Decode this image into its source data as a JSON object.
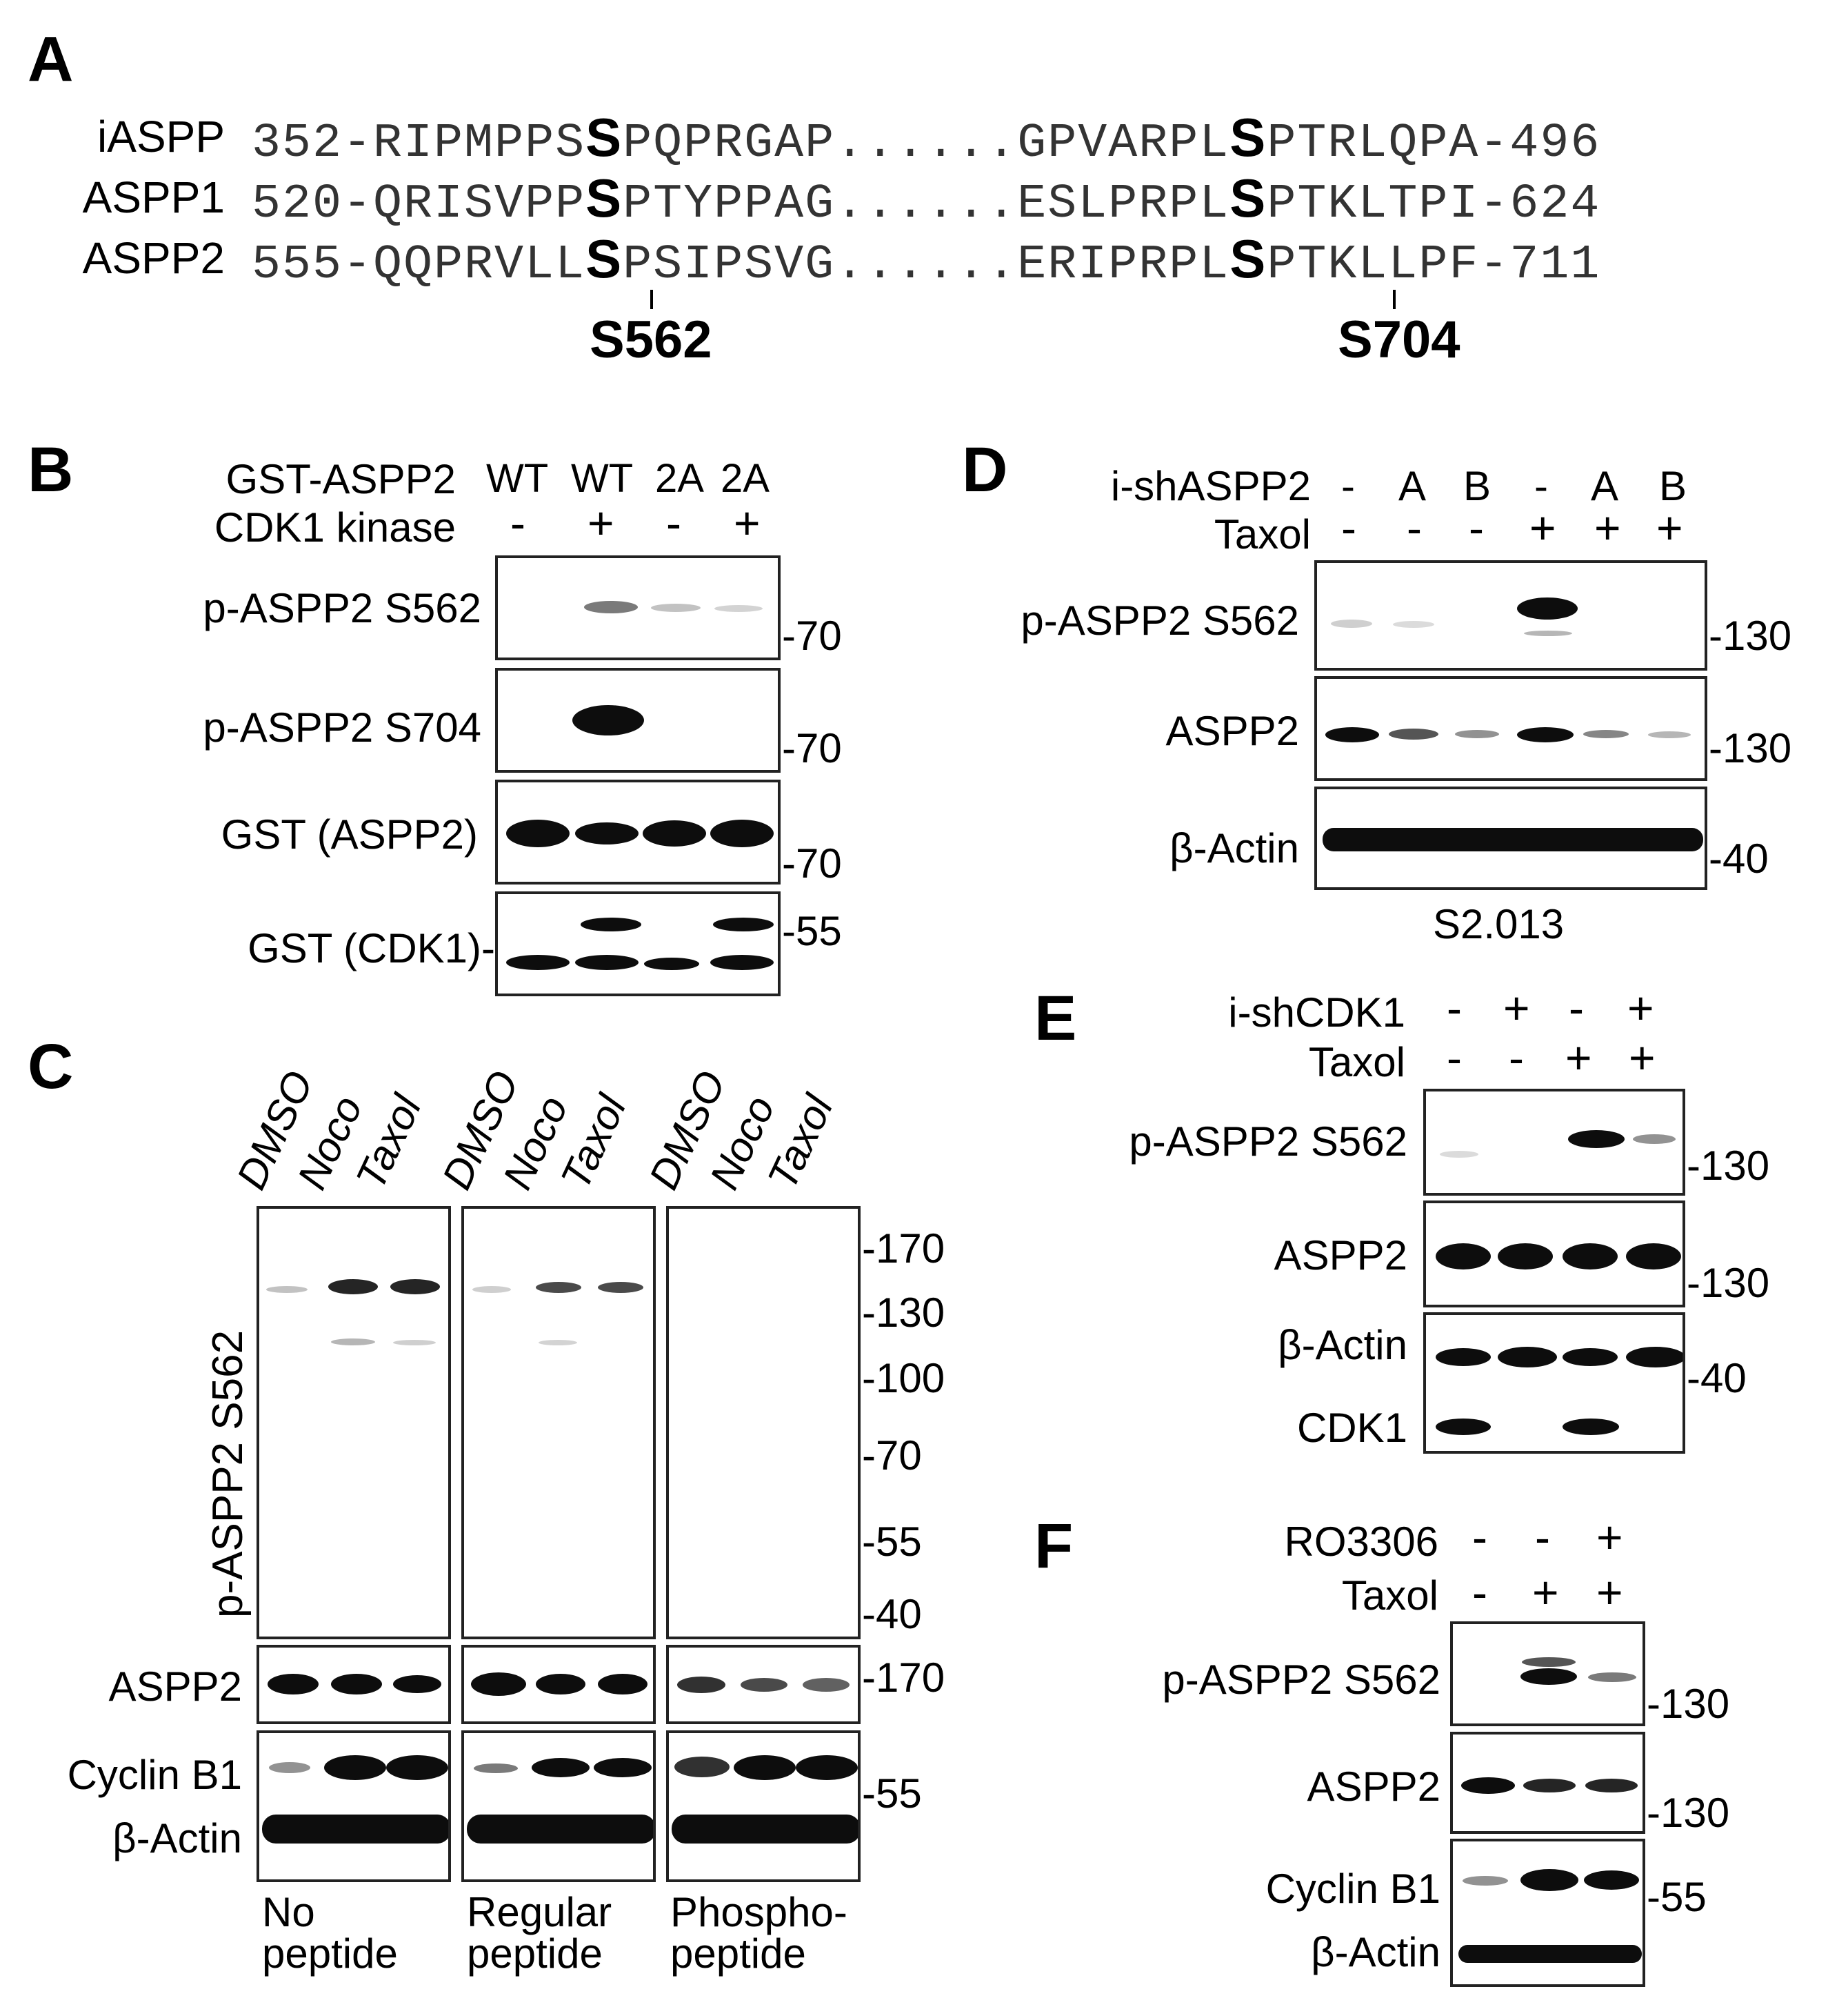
{
  "panels": {
    "A": "A",
    "B": "B",
    "C": "C",
    "D": "D",
    "E": "E",
    "F": "F"
  },
  "A": {
    "rows": [
      {
        "name": "iASPP",
        "start": "352-",
        "pre1": "RIPMPPS",
        "site1": "S",
        "post1": "PQPRGAP",
        "dots": "......",
        "pre2": "GPVARPL",
        "site2": "S",
        "post2": "PTRLQPA",
        "end": "-496"
      },
      {
        "name": "ASPP1",
        "start": "520-",
        "pre1": "QRISVPP",
        "site1": "S",
        "post1": "PTYPPAG",
        "dots": "......",
        "pre2": "ESLPRPL",
        "site2": "S",
        "post2": "PTKLTPI",
        "end": "-624"
      },
      {
        "name": "ASPP2",
        "start": "555-",
        "pre1": "QQPRVLL",
        "site1": "S",
        "post1": "PSIPSVG",
        "dots": "......",
        "pre2": "ERIPRPL",
        "site2": "S",
        "post2": "PTKLLPF",
        "end": "-711"
      }
    ],
    "site_labels": [
      "S562",
      "S704"
    ]
  },
  "B": {
    "header_labels": [
      "GST-ASPP2",
      "CDK1 kinase"
    ],
    "gst_aspp2": [
      "WT",
      "WT",
      "2A",
      "2A"
    ],
    "cdk1_kinase": [
      "-",
      "+",
      "-",
      "+"
    ],
    "blots": [
      "p-ASPP2 S562",
      "p-ASPP2 S704",
      "GST (ASPP2)",
      "GST (CDK1)-"
    ],
    "markers": [
      "-70",
      "-70",
      "-70",
      "-55"
    ]
  },
  "C": {
    "lanes": [
      "DMSO",
      "Noco",
      "Taxol"
    ],
    "ylabel": "p-ASPP2 S562",
    "markers": [
      "-170",
      "-130",
      "-100",
      "-70",
      "-55",
      "-40"
    ],
    "blots": [
      "ASPP2",
      "Cyclin B1",
      "β-Actin"
    ],
    "aspp2_marker": "-170",
    "cyclin_marker": "-55",
    "groups": [
      "No\npeptide",
      "Regular\npeptide",
      "Phospho-\npeptide"
    ]
  },
  "D": {
    "header_labels": [
      "i-shASPP2",
      "Taxol"
    ],
    "ishaspp2": [
      "-",
      "A",
      "B",
      "-",
      "A",
      "B"
    ],
    "taxol": [
      "-",
      "-",
      "-",
      "+",
      "+",
      "+"
    ],
    "blots": [
      "p-ASPP2 S562",
      "ASPP2",
      "β-Actin"
    ],
    "markers": [
      "-130",
      "-130",
      "-40"
    ],
    "cell_line": "S2.013"
  },
  "E": {
    "header_labels": [
      "i-shCDK1",
      "Taxol"
    ],
    "ishcdk1": [
      "-",
      "+",
      "-",
      "+"
    ],
    "taxol": [
      "-",
      "-",
      "+",
      "+"
    ],
    "blots": [
      "p-ASPP2 S562",
      "ASPP2",
      "β-Actin",
      "CDK1"
    ],
    "markers": [
      "-130",
      "-130",
      "-40"
    ]
  },
  "F": {
    "header_labels": [
      "RO3306",
      "Taxol"
    ],
    "ro3306": [
      "-",
      "-",
      "+"
    ],
    "taxol": [
      "-",
      "+",
      "+"
    ],
    "blots": [
      "p-ASPP2 S562",
      "ASPP2",
      "Cyclin B1",
      "β-Actin"
    ],
    "markers": [
      "-130",
      "-130",
      "-55"
    ]
  }
}
